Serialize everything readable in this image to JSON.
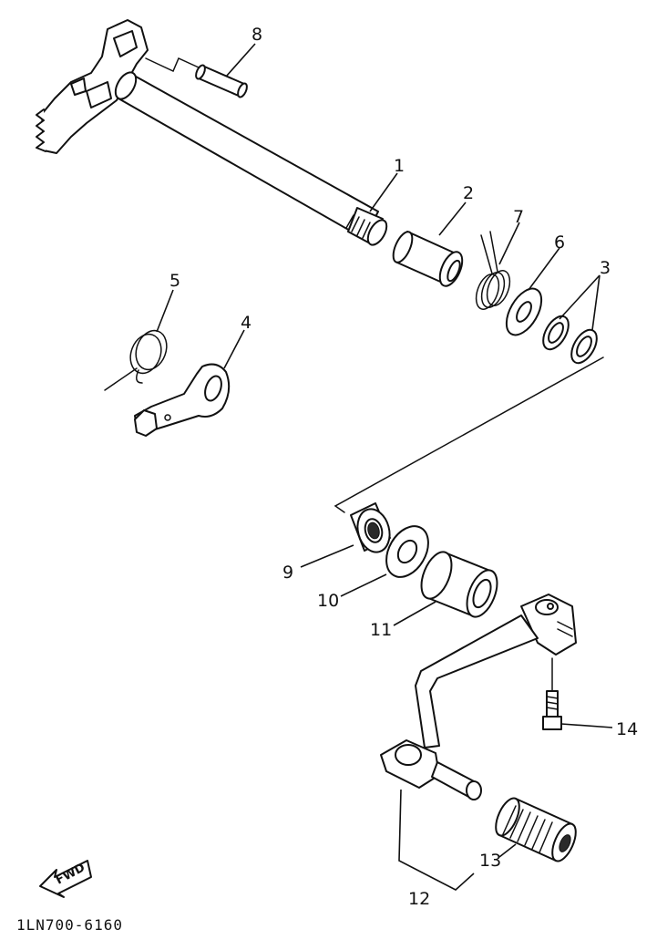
{
  "diagram": {
    "drawing_code": "1LN700-6160",
    "direction_label": "FWD",
    "callouts": [
      {
        "id": "p1",
        "label": "1"
      },
      {
        "id": "p2",
        "label": "2"
      },
      {
        "id": "p3",
        "label": "3"
      },
      {
        "id": "p4",
        "label": "4"
      },
      {
        "id": "p5",
        "label": "5"
      },
      {
        "id": "p6",
        "label": "6"
      },
      {
        "id": "p7",
        "label": "7"
      },
      {
        "id": "p8",
        "label": "8"
      },
      {
        "id": "p9",
        "label": "9"
      },
      {
        "id": "p10",
        "label": "10"
      },
      {
        "id": "p11",
        "label": "11"
      },
      {
        "id": "p12",
        "label": "12"
      },
      {
        "id": "p13",
        "label": "13"
      },
      {
        "id": "p14",
        "label": "14"
      }
    ]
  }
}
